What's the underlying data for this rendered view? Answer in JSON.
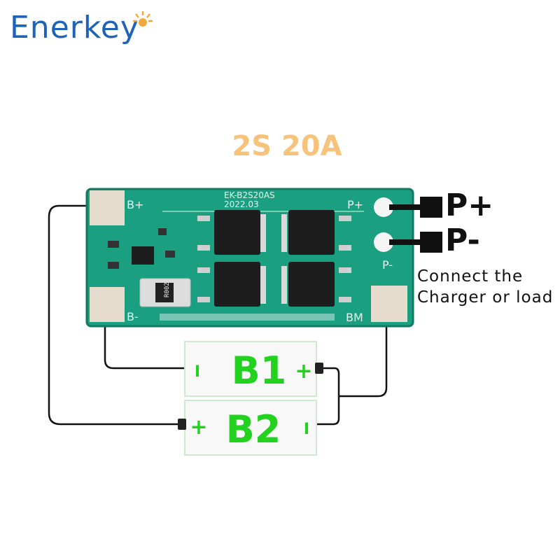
{
  "brand": {
    "logo": "Enerkey"
  },
  "title": "2S  20A",
  "board": {
    "model": "EK-B2S20AS",
    "date": "2022.03",
    "resistor": "R002",
    "pads": {
      "b_plus": "B+",
      "b_minus": "B-",
      "bm": "BM",
      "p_plus": "P+",
      "p_minus": "P-"
    }
  },
  "terminals": {
    "p_plus": "P+",
    "p_minus": "P-"
  },
  "note": {
    "line1": "Connect the",
    "line2": "Charger or load"
  },
  "cells": [
    {
      "name": "B1",
      "left_sign": "I",
      "right_sign": "+"
    },
    {
      "name": "B2",
      "left_sign": "+",
      "right_sign": "I"
    }
  ],
  "colors": {
    "pcb": "#1a9f80",
    "pcb_edge": "#127a62",
    "title": "#f7c27a",
    "cell_text": "#22d21f",
    "logo": "#1e63b8"
  }
}
